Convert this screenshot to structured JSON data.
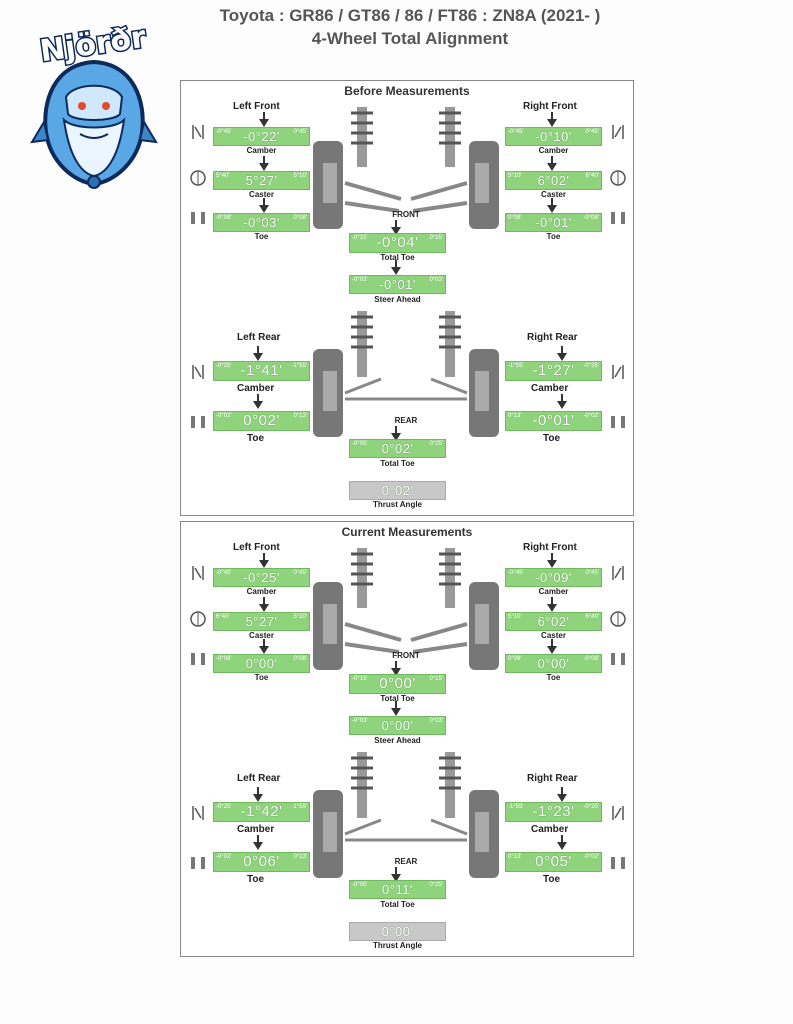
{
  "header": {
    "line1": "Toyota : GR86 / GT86 / 86 / FT86 : ZN8A (2021-  )",
    "line2": "4-Wheel Total Alignment"
  },
  "logo": {
    "text": "Njörðr",
    "icon": "bearded-god-mascot-icon"
  },
  "before": {
    "title": "Before Measurements",
    "front": {
      "left_label": "Left Front",
      "right_label": "Right Front",
      "left_camber": {
        "min": "-0°45'",
        "max": "0°45'",
        "value": "-0°22'"
      },
      "right_camber": {
        "min": "-0°45'",
        "max": "0°45'",
        "value": "-0°10'"
      },
      "left_caster": {
        "min": "5°40'",
        "max": "5°10'",
        "value": "5°27'"
      },
      "right_caster": {
        "min": "5°10'",
        "max": "6°40'",
        "value": "6°02'"
      },
      "left_toe": {
        "min": "-0°08'",
        "max": "0°08'",
        "value": "-0°03'"
      },
      "right_toe": {
        "min": "0°08'",
        "max": "-0°08'",
        "value": "-0°01'"
      },
      "total_toe": {
        "min": "-0°15'",
        "max": "0°15'",
        "value": "-0°04'"
      },
      "steer_ahead": {
        "min": "-0°03'",
        "max": "0°03'",
        "value": "-0°01'"
      },
      "camber_label": "Camber",
      "caster_label": "Caster",
      "toe_label": "Toe",
      "front_label": "FRONT",
      "total_toe_label": "Total Toe",
      "steer_ahead_label": "Steer Ahead"
    },
    "rear": {
      "left_label": "Left Rear",
      "right_label": "Right Rear",
      "left_camber": {
        "min": "-0°25'",
        "max": "-1°55'",
        "value": "-1°41'"
      },
      "right_camber": {
        "min": "-1°55'",
        "max": "-0°25'",
        "value": "-1°27'"
      },
      "left_toe": {
        "min": "-0°02'",
        "max": "0°13'",
        "value": "0°02'"
      },
      "right_toe": {
        "min": "0°13'",
        "max": "-0°02'",
        "value": "-0°01'"
      },
      "total_toe": {
        "min": "-0°05'",
        "max": "0°25'",
        "value": "0°02'"
      },
      "thrust": {
        "value": "0°02'"
      },
      "camber_label": "Camber",
      "toe_label": "Toe",
      "rear_label": "REAR",
      "total_toe_label": "Total Toe",
      "thrust_label": "Thrust Angle"
    }
  },
  "current": {
    "title": "Current Measurements",
    "front": {
      "left_label": "Left Front",
      "right_label": "Right Front",
      "left_camber": {
        "min": "-0°45'",
        "max": "0°45'",
        "value": "-0°25'"
      },
      "right_camber": {
        "min": "-0°45'",
        "max": "0°45'",
        "value": "-0°09'"
      },
      "left_caster": {
        "min": "6°40'",
        "max": "5°10'",
        "value": "5°27'"
      },
      "right_caster": {
        "min": "5°10'",
        "max": "6°40'",
        "value": "6°02'"
      },
      "left_toe": {
        "min": "-0°08'",
        "max": "0°08'",
        "value": "0°00'"
      },
      "right_toe": {
        "min": "0°08'",
        "max": "-0°08'",
        "value": "0°00'"
      },
      "total_toe": {
        "min": "-0°15'",
        "max": "0°15'",
        "value": "0°00'"
      },
      "steer_ahead": {
        "min": "-0°03'",
        "max": "0°03'",
        "value": "0°00'"
      },
      "camber_label": "Camber",
      "caster_label": "Caster",
      "toe_label": "Toe",
      "front_label": "FRONT",
      "total_toe_label": "Total Toe",
      "steer_ahead_label": "Steer Ahead"
    },
    "rear": {
      "left_label": "Left Rear",
      "right_label": "Right Rear",
      "left_camber": {
        "min": "-0°25'",
        "max": "-1°55'",
        "value": "-1°42'"
      },
      "right_camber": {
        "min": "-1°55'",
        "max": "-0°25'",
        "value": "-1°23'"
      },
      "left_toe": {
        "min": "-0°02'",
        "max": "0°13'",
        "value": "0°06'"
      },
      "right_toe": {
        "min": "0°13'",
        "max": "-0°02'",
        "value": "0°05'"
      },
      "total_toe": {
        "min": "-0°05'",
        "max": "0°25'",
        "value": "0°11'"
      },
      "thrust": {
        "value": "0°00'"
      },
      "camber_label": "Camber",
      "toe_label": "Toe",
      "rear_label": "REAR",
      "total_toe_label": "Total Toe",
      "thrust_label": "Thrust Angle"
    }
  },
  "colors": {
    "gauge_green": "#8fd47c",
    "gauge_gray": "#c8c8c8"
  }
}
